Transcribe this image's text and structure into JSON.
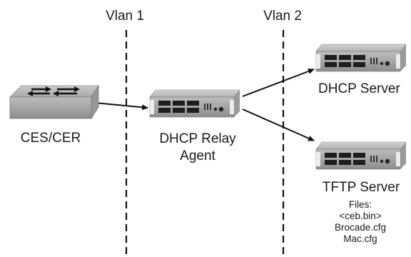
{
  "vlans": [
    {
      "label": "Vlan 1"
    },
    {
      "label": "Vlan 2"
    }
  ],
  "devices": {
    "switch": {
      "label": "CES/CER",
      "icon": "switch-icon"
    },
    "relay": {
      "label_line1": "DHCP Relay",
      "label_line2": "Agent",
      "icon": "router-icon"
    },
    "dhcp_server": {
      "label": "DHCP Server",
      "icon": "server-icon"
    },
    "tftp_server": {
      "label": "TFTP Server",
      "icon": "server-icon"
    }
  },
  "files": {
    "heading": "Files:",
    "items": [
      "<ceb.bin>",
      "Brocade.cfg",
      "Mac.cfg"
    ]
  }
}
